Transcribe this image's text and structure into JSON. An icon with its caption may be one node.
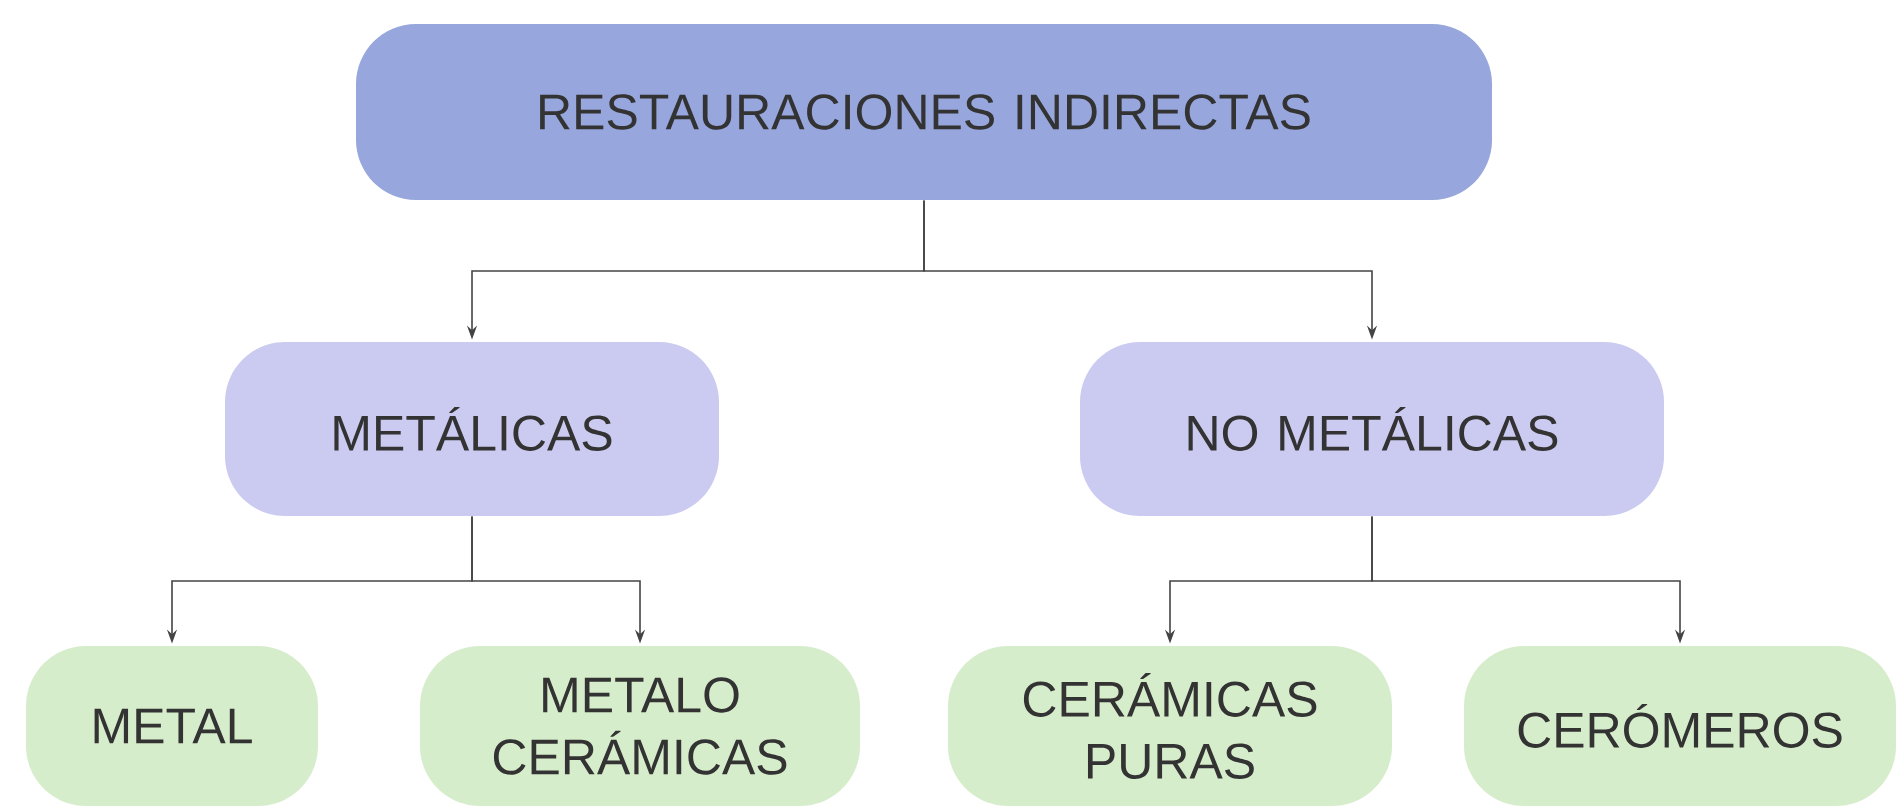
{
  "diagram": {
    "nodes": [
      {
        "text": [
          "RESTAURACIONES INDIRECTAS"
        ]
      },
      {
        "text": [
          "METÁLICAS"
        ]
      },
      {
        "text": [
          "NO METÁLICAS"
        ]
      },
      {
        "text": [
          "METAL"
        ]
      },
      {
        "text": [
          "METALO CERÁMICAS"
        ]
      },
      {
        "text": [
          "CERÁMICAS PURAS"
        ]
      },
      {
        "text": [
          "CERÓMEROS"
        ]
      }
    ],
    "edges": [
      {
        "from": 0,
        "to": 1,
        "arrow": "to"
      },
      {
        "from": 0,
        "to": 2,
        "arrow": "to"
      },
      {
        "from": 1,
        "to": 3,
        "arrow": "to"
      },
      {
        "from": 1,
        "to": 4,
        "arrow": "to"
      },
      {
        "from": 2,
        "to": 5,
        "arrow": "to"
      },
      {
        "from": 2,
        "to": 6,
        "arrow": "to"
      }
    ]
  }
}
